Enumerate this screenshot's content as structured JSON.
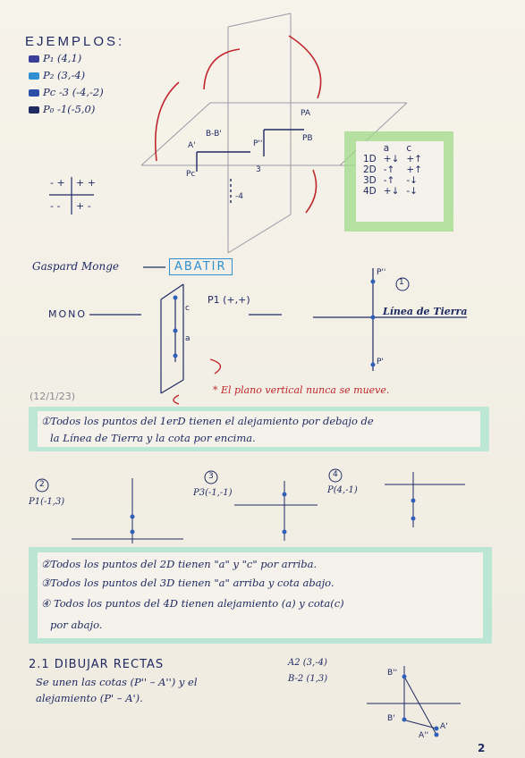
{
  "examples": {
    "title": "EJEMPLOS:",
    "items": [
      {
        "label": "P₁ (4,1)",
        "color": "#3a3f9a"
      },
      {
        "label": "P₂ (3,-4)",
        "color": "#2f8fd0"
      },
      {
        "label": "Pc -3 (-4,-2)",
        "color": "#2b4fa8"
      },
      {
        "label": "P₀ -1(-5,0)",
        "color": "#1f2a63"
      }
    ]
  },
  "quadrant_signs": {
    "tl": "- +",
    "tr": "+ +",
    "bl": "- -",
    "br": "+ -"
  },
  "diagram_labels": {
    "pa": "PA",
    "pb": "PB",
    "pc": "Pc",
    "pd": "A'",
    "bb": "B-B'",
    "p1": "P''",
    "m4": "-4",
    "n3": "3"
  },
  "table": {
    "headers": [
      "a",
      "c"
    ],
    "rows": [
      {
        "label": "1D",
        "a": "+↓",
        "c": "+↑"
      },
      {
        "label": "2D",
        "a": "-↑",
        "c": "+↑"
      },
      {
        "label": "3D",
        "a": "-↑",
        "c": "-↓"
      },
      {
        "label": "4D",
        "a": "+↓",
        "c": "-↓"
      }
    ]
  },
  "monge": {
    "gaspard": "Gaspard Monge",
    "abatir": "ABATIR",
    "mono": "MONO",
    "p1": "P1 (+,+)",
    "circle1": "1",
    "linea": "Línea de Tierra",
    "c": "c",
    "a": "a",
    "pp": "P''",
    "p": "P'",
    "date": "(12/1/23)",
    "note": "* El plano vertical nunca se mueve."
  },
  "note1": {
    "line1": "①Todos los puntos del 1erD tienen el alejamiento por debajo de",
    "line2": "la Línea de Tierra y la cota por encima."
  },
  "examples2": {
    "c2": "2",
    "p2": "P1(-1,3)",
    "c3": "3",
    "p3": "P3(-1,-1)",
    "c4": "4",
    "p4": "P(4,-1)"
  },
  "notes2": [
    "②Todos los puntos del 2D tienen \"a\" y \"c\" por arriba.",
    "③Todos los puntos del 3D tienen \"a\" arriba y cota abajo.",
    "④ Todos los puntos del 4D tienen alejamiento (a)  y cota(c)",
    "por abajo."
  ],
  "section": {
    "title": "2.1 DIBUJAR RECTAS",
    "line1": "Se unen las cotas (P'' – A'') y el",
    "line2": "alejamiento (P' – A').",
    "a2": "A2 (3,-4)",
    "b2": "B-2 (1,3)",
    "bpp": "B''",
    "bp": "B'",
    "ap": "A'",
    "app": "A''"
  },
  "page_number": "2"
}
